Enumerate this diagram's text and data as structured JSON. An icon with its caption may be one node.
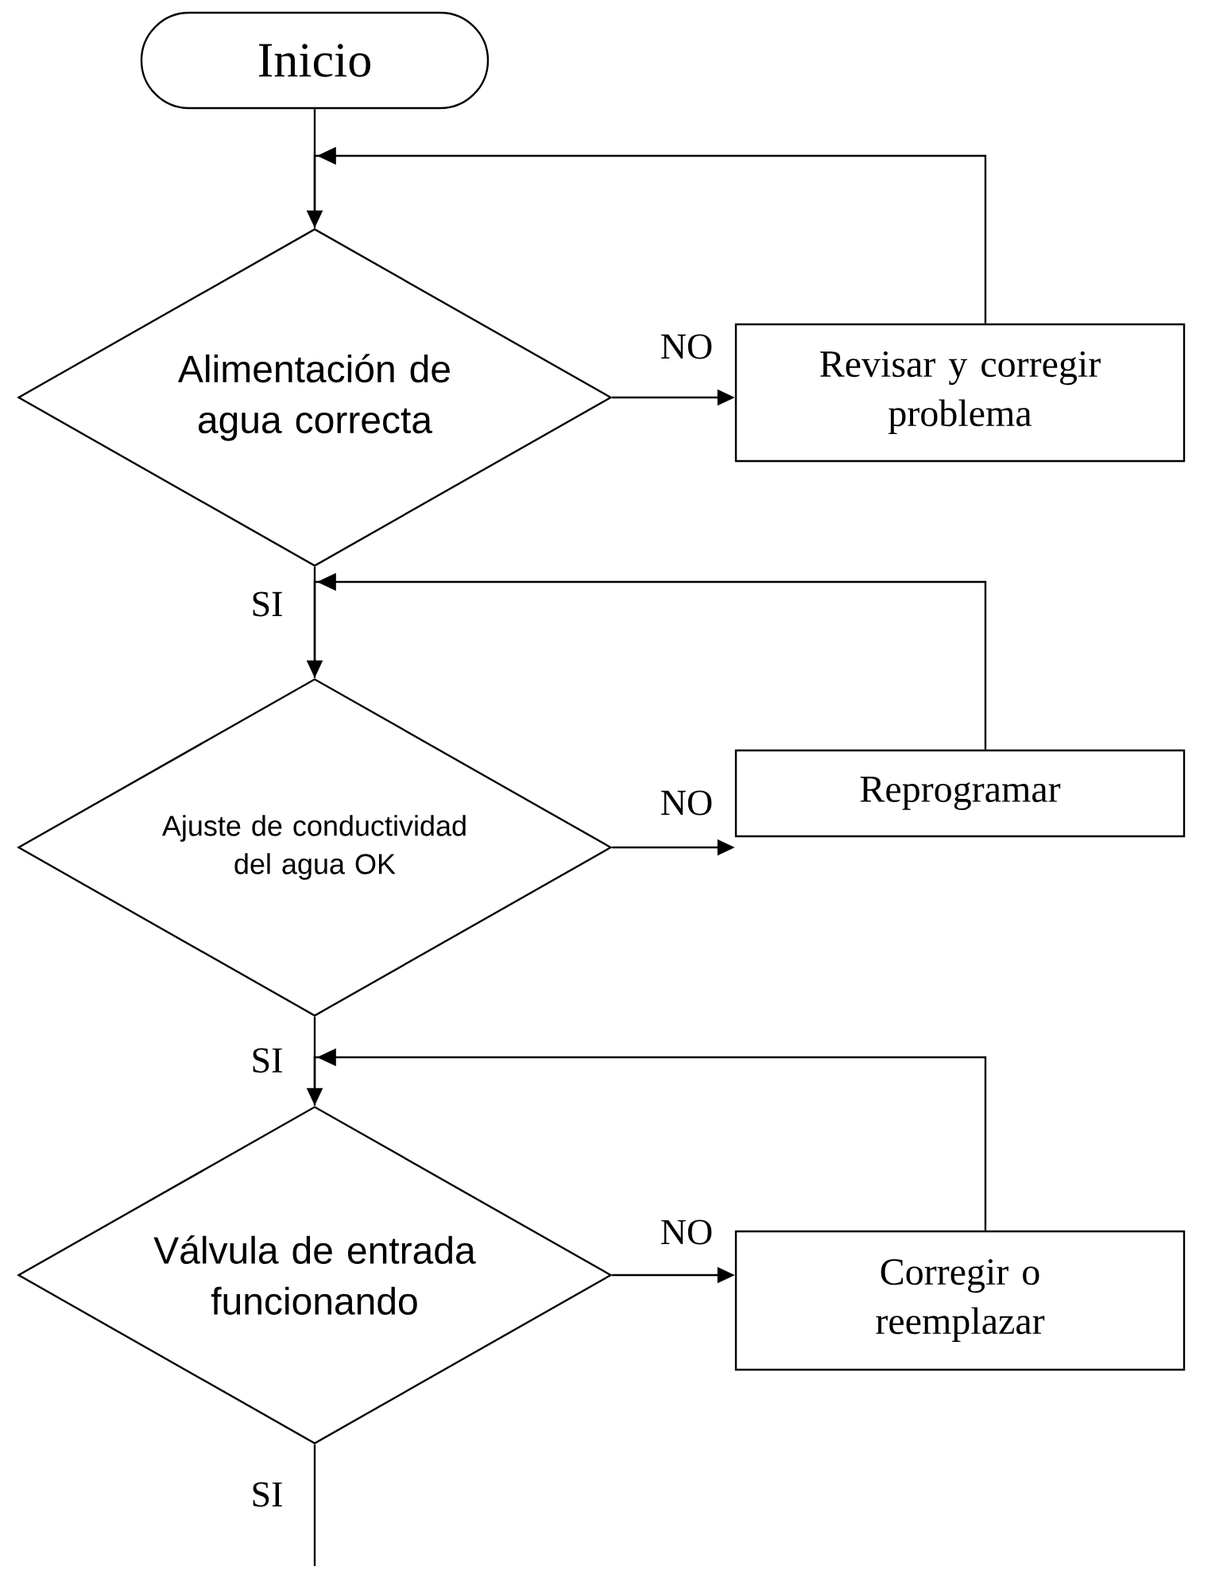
{
  "diagram": {
    "nodes": [
      {
        "text": [
          "Inicio"
        ]
      },
      {
        "text": [
          "Alimentación de agua correcta"
        ]
      },
      {
        "text": [
          "Revisar y corregir problema"
        ]
      },
      {
        "text": [
          "Ajuste de conductividad del agua OK"
        ]
      },
      {
        "text": [
          "Reprogramar"
        ]
      },
      {
        "text": [
          "Válvula de entrada funcionando"
        ]
      },
      {
        "text": [
          "Corregir o reemplazar"
        ]
      }
    ],
    "edges": [
      {
        "from": 0,
        "to": 1,
        "arrow": "to"
      },
      {
        "from": 1,
        "to": 2,
        "arrow": "to",
        "label": "NO"
      },
      {
        "from": 2,
        "to": 1,
        "arrow": "to"
      },
      {
        "from": 1,
        "to": 3,
        "arrow": "to",
        "label": "SI"
      },
      {
        "from": 3,
        "to": 4,
        "arrow": "to",
        "label": "NO"
      },
      {
        "from": 4,
        "to": 3,
        "arrow": "to"
      },
      {
        "from": 3,
        "to": 5,
        "arrow": "to",
        "label": "SI"
      },
      {
        "from": 5,
        "to": 6,
        "arrow": "to",
        "label": "NO"
      },
      {
        "from": 6,
        "to": 5,
        "arrow": "to"
      },
      {
        "from": 5,
        "to": null,
        "arrow": "none",
        "label": "SI"
      }
    ]
  }
}
